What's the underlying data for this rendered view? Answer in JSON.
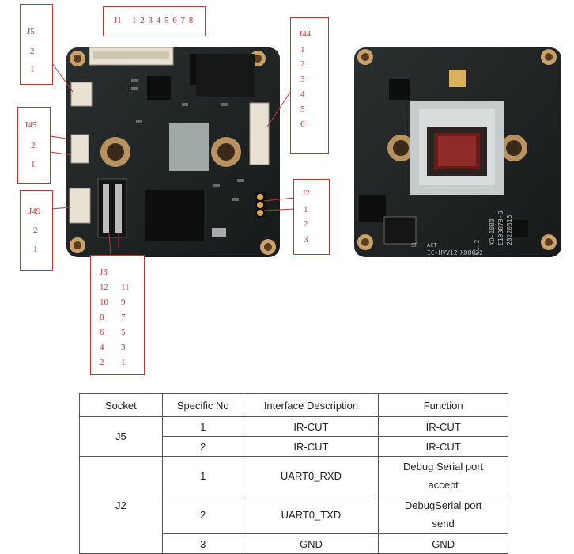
{
  "diagram": {
    "boards": [
      "main-board",
      "sensor-board"
    ],
    "labels": {
      "j1": {
        "name": "J1",
        "pins": "1 2 3 4 5 6 7 8"
      },
      "j5": {
        "name": "J5",
        "pins": [
          "2",
          "1"
        ]
      },
      "j44": {
        "name": "J44",
        "pins": [
          "1",
          "2",
          "3",
          "4",
          "5",
          "6"
        ]
      },
      "j45": {
        "name": "J45",
        "pins": [
          "2",
          "1"
        ]
      },
      "j2": {
        "name": "J2",
        "pins": [
          "1",
          "2",
          "3"
        ]
      },
      "j49": {
        "name": "J49",
        "pins": [
          "2",
          "1"
        ]
      },
      "j3": {
        "name": "J3",
        "rows": [
          [
            "12",
            "11"
          ],
          [
            "10",
            "9"
          ],
          [
            "8",
            "7"
          ],
          [
            "6",
            "5"
          ],
          [
            "4",
            "3"
          ],
          [
            "2",
            "1"
          ]
        ]
      }
    },
    "silkscreen": {
      "sensor_codes": [
        "XD-1080",
        "E193079-B",
        "20220315",
        "V1.2",
        "XD8022",
        "IC-HVV12"
      ],
      "sensor_marks": [
        "ACT",
        "SR"
      ]
    },
    "colors": {
      "label": "#b33a3a",
      "pcb": "#1f2323",
      "pad": "#c9a26b",
      "connector": "#e8e2d4"
    }
  },
  "table": {
    "headers": [
      "Socket",
      "Specific No",
      "Interface Description",
      "Function"
    ],
    "rows": [
      {
        "socket": "J5",
        "no": "1",
        "desc": "IR-CUT",
        "func": "IR-CUT"
      },
      {
        "socket": "J5",
        "no": "2",
        "desc": "IR-CUT",
        "func": "IR-CUT"
      },
      {
        "socket": "J2",
        "no": "1",
        "desc": "UART0_RXD",
        "func_lines": [
          "Debug Serial port",
          "accept"
        ]
      },
      {
        "socket": "J2",
        "no": "2",
        "desc": "UART0_TXD",
        "func_lines": [
          "DebugSerial port",
          "send"
        ]
      },
      {
        "socket": "J2",
        "no": "3",
        "desc": "GND",
        "func": "GND"
      }
    ]
  }
}
